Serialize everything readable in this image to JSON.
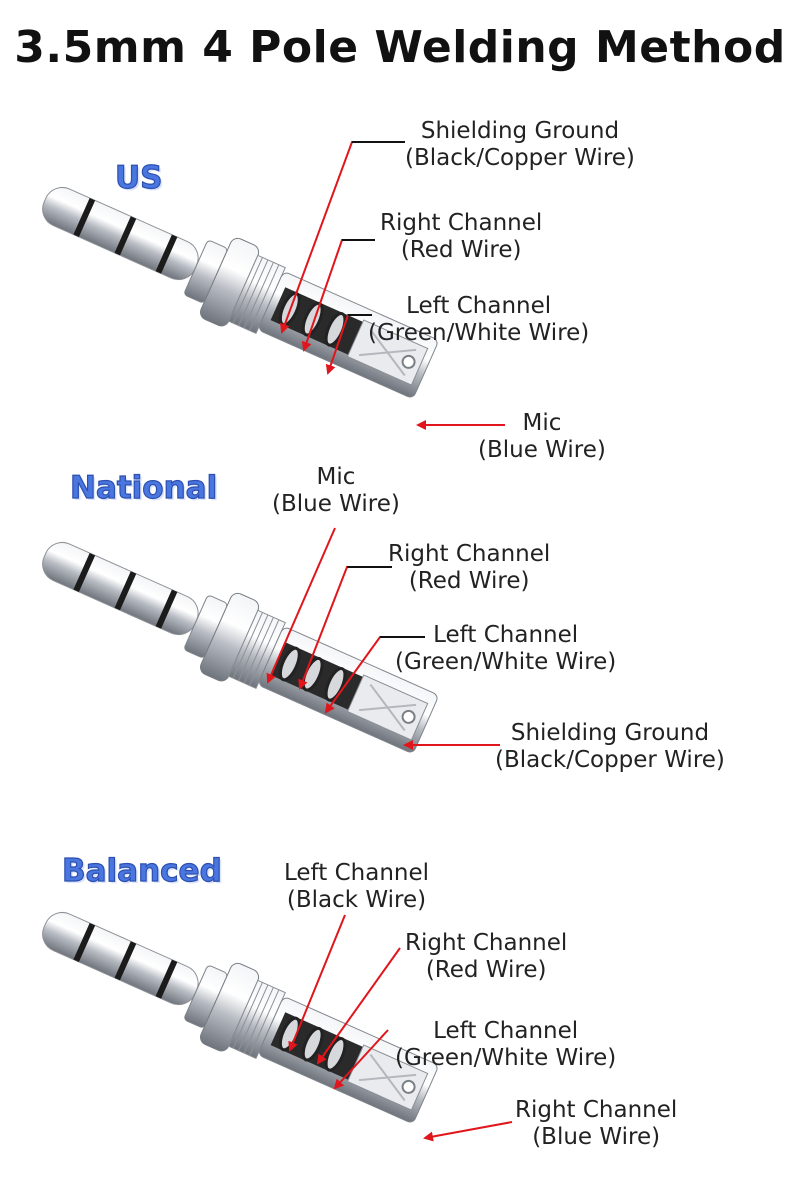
{
  "title": "3.5mm 4 Pole Welding Method",
  "sections": [
    {
      "name": "US",
      "labels": [
        {
          "line1": "Shielding Ground",
          "line2": "(Black/Copper Wire)"
        },
        {
          "line1": "Right Channel",
          "line2": "(Red Wire)"
        },
        {
          "line1": "Left Channel",
          "line2": "(Green/White Wire)"
        },
        {
          "line1": "Mic",
          "line2": "(Blue Wire)"
        }
      ]
    },
    {
      "name": "National",
      "labels": [
        {
          "line1": "Mic",
          "line2": "(Blue Wire)"
        },
        {
          "line1": "Right Channel",
          "line2": "(Red Wire)"
        },
        {
          "line1": "Left Channel",
          "line2": "(Green/White Wire)"
        },
        {
          "line1": "Shielding Ground",
          "line2": "(Black/Copper Wire)"
        }
      ]
    },
    {
      "name": "Balanced",
      "labels": [
        {
          "line1": "Left Channel",
          "line2": "(Black Wire)"
        },
        {
          "line1": "Right Channel",
          "line2": "(Red Wire)"
        },
        {
          "line1": "Left Channel",
          "line2": "(Green/White Wire)"
        },
        {
          "line1": "Right Channel",
          "line2": "(Blue Wire)"
        }
      ]
    }
  ],
  "colors": {
    "arrow": "#e0161c",
    "section_label": "#4a76e0",
    "metal": "#c9ccd1",
    "ring": "#1b1b1b"
  }
}
